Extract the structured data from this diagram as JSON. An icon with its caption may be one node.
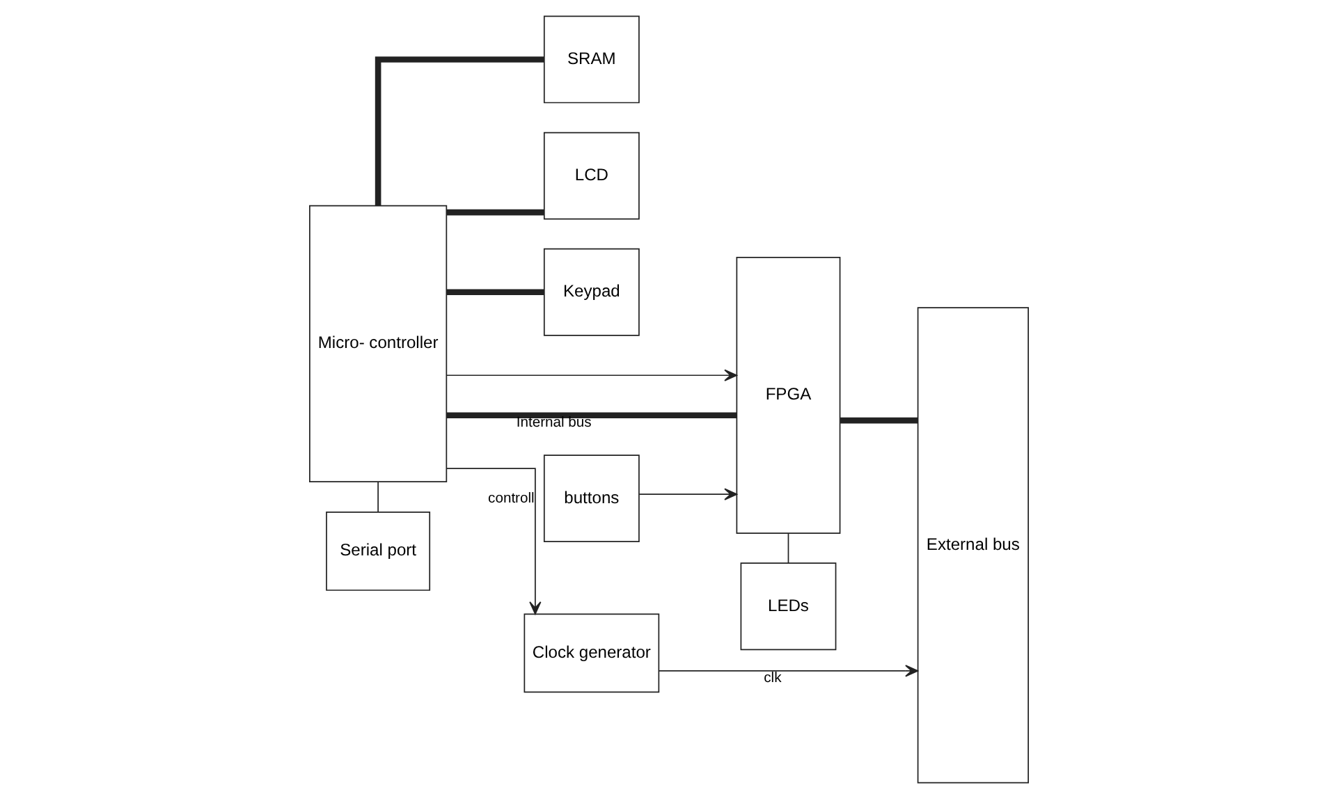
{
  "diagram": {
    "nodes": [
      {
        "text": [
          "Micro- controller"
        ]
      },
      {
        "text": [
          "SRAM"
        ]
      },
      {
        "text": [
          "LCD"
        ]
      },
      {
        "text": [
          "Keypad"
        ]
      },
      {
        "text": [
          "FPGA"
        ]
      },
      {
        "text": [
          "External bus"
        ]
      },
      {
        "text": [
          "buttons"
        ]
      },
      {
        "text": [
          "LEDs"
        ]
      },
      {
        "text": [
          "Serial port"
        ]
      },
      {
        "text": [
          "Clock generator"
        ]
      }
    ],
    "edges": [
      {
        "from": 0,
        "to": 4,
        "arrow": "none",
        "style": "thick",
        "label": "Internal bus"
      },
      {
        "from": 0,
        "to": 1,
        "arrow": "none",
        "style": "thick"
      },
      {
        "from": 0,
        "to": 2,
        "arrow": "none",
        "style": "thick"
      },
      {
        "from": 0,
        "to": 3,
        "arrow": "none",
        "style": "thick"
      },
      {
        "from": 4,
        "to": 5,
        "arrow": "none",
        "style": "thick"
      },
      {
        "from": 0,
        "to": 4,
        "arrow": "to"
      },
      {
        "from": 6,
        "to": 4,
        "arrow": "to"
      },
      {
        "from": 4,
        "to": 7,
        "arrow": "none"
      },
      {
        "from": 0,
        "to": 8,
        "arrow": "none"
      },
      {
        "from": 0,
        "to": 9,
        "arrow": "to",
        "label": "controll"
      },
      {
        "from": 9,
        "to": 5,
        "arrow": "to",
        "label": "clk"
      }
    ]
  }
}
